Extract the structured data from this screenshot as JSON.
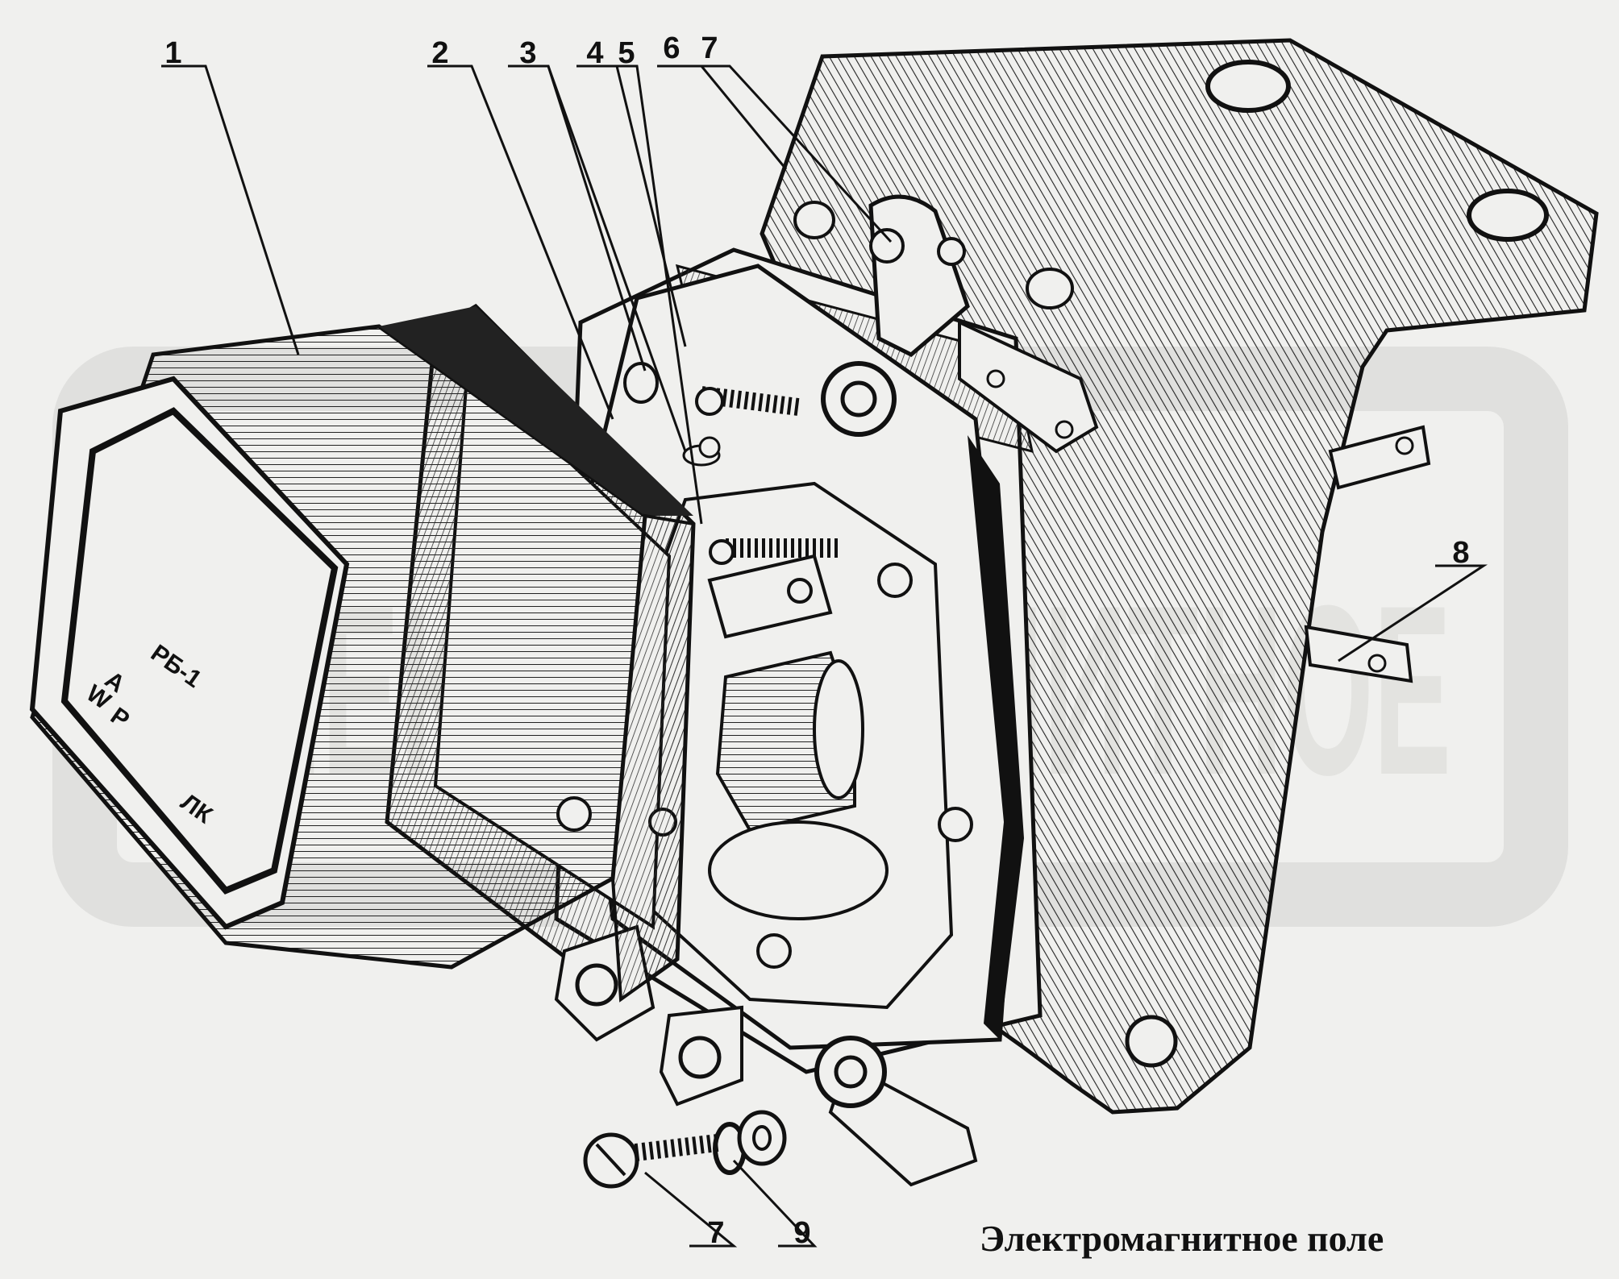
{
  "diagram": {
    "caption": "Электромагнитное поле",
    "callouts": [
      "1",
      "2",
      "3",
      "4",
      "5",
      "6",
      "7",
      "8",
      "7",
      "9"
    ],
    "cover_text": {
      "model": "РБ-1",
      "terminal_a": "А",
      "terminal_w": "W",
      "terminal_p": "Р",
      "terminal_lk": "ЛК"
    },
    "watermark": "ЭЛЕКТРОМАГНИТНОЕ",
    "colors": {
      "background": "#f0f0ee",
      "line": "#111111",
      "watermark": "#d9d9d6"
    }
  }
}
